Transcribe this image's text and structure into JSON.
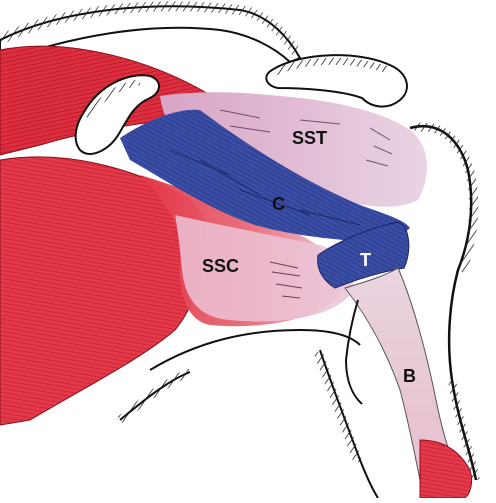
{
  "labels": {
    "sst": "SST",
    "c": "C",
    "t": "T",
    "ssc": "SSC",
    "b": "B"
  }
}
